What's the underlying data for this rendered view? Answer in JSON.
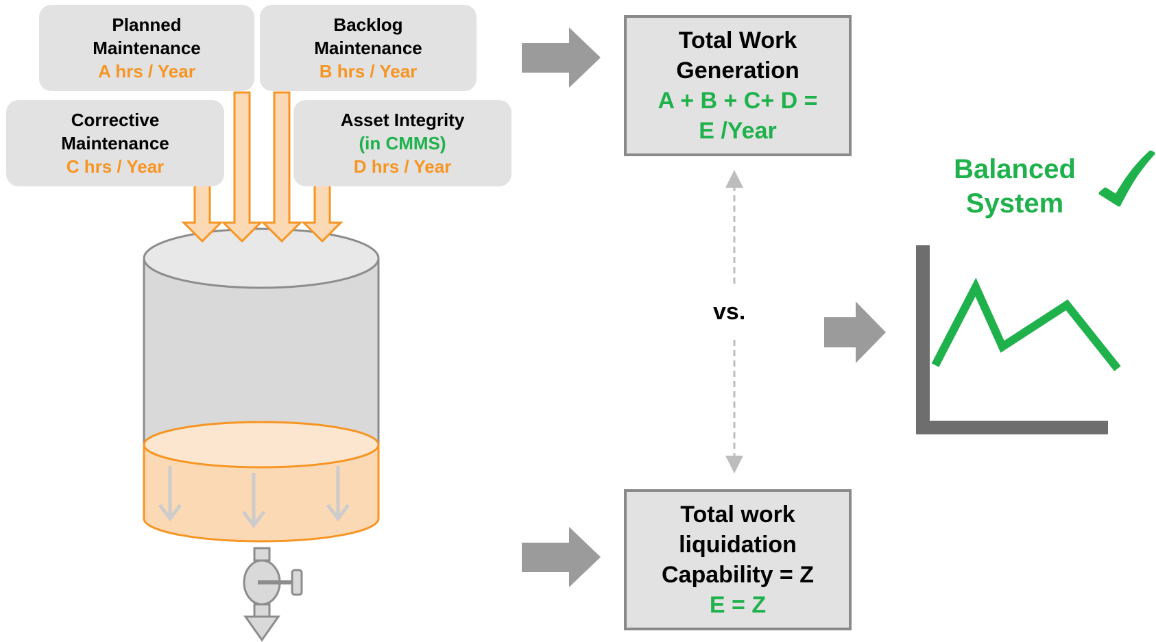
{
  "inputs": [
    {
      "title1": "Planned",
      "title2": "Maintenance",
      "rate": "A hrs / Year"
    },
    {
      "title1": "Backlog",
      "title2": "Maintenance",
      "rate": "B hrs / Year"
    },
    {
      "title1": "Corrective",
      "title2": "Maintenance",
      "rate": "C hrs / Year"
    },
    {
      "title1": "Asset Integrity",
      "subtitle": "(in CMMS)",
      "rate": "D hrs / Year"
    }
  ],
  "generation": {
    "line1": "Total Work",
    "line2": "Generation",
    "formula1": "A + B + C+ D =",
    "formula2": "E /Year"
  },
  "liquidation": {
    "line1": "Total work",
    "line2": "liquidation",
    "line3": "Capability = Z",
    "formula": "E = Z"
  },
  "comparison_label": "vs.",
  "status": {
    "line1": "Balanced",
    "line2": "System",
    "icon": "checkmark-icon"
  },
  "colors": {
    "orange": "#f79523",
    "green": "#1fb14b",
    "grey_box": "#e2e2e2",
    "arrow_grey": "#999999"
  }
}
